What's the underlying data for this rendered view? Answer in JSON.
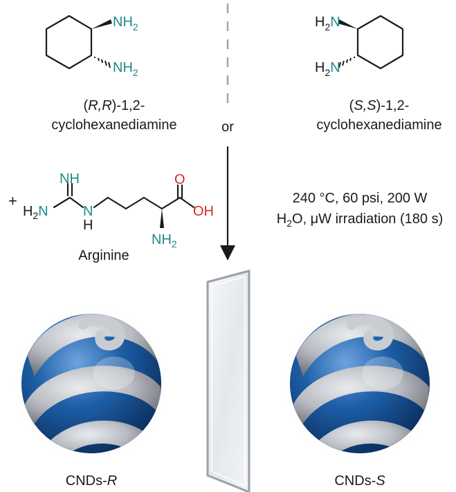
{
  "rr": {
    "atoms": {
      "nh2_top": "NH",
      "nh2_bot": "NH",
      "sub": "2"
    },
    "label_prefix": "(",
    "label_config": "R,R",
    "label_suffix": ")-1,2-",
    "label_line2": "cyclohexanediamine"
  },
  "ss": {
    "atoms": {
      "h2n_top_h": "H",
      "h2n_top_n": "N",
      "h2n_bot_h": "H",
      "h2n_bot_n": "N",
      "sub": "2"
    },
    "label_prefix": "(",
    "label_config": "S,S",
    "label_suffix": ")-1,2-",
    "label_line2": "cyclohexanediamine"
  },
  "or_label": "or",
  "plus": "+",
  "arginine": {
    "name": "Arginine",
    "nh_top": "NH",
    "h2n_h": "H",
    "h2n_n": "N",
    "nh_n": "N",
    "nh_h": "H",
    "o_top": "O",
    "oh": "OH",
    "nh2": "NH",
    "sub": "2"
  },
  "conditions": {
    "line1": "240 °C, 60 psi, 200 W",
    "line2_h": "H",
    "line2_sub": "2",
    "line2_rest": "O, μW irradiation (180 s)"
  },
  "products": {
    "left": {
      "prefix": "CNDs-",
      "config": "R"
    },
    "right": {
      "prefix": "CNDs-",
      "config": "S"
    }
  },
  "colors": {
    "nitrogen": "#1f8a8a",
    "oxygen": "#d8262b",
    "sphere_blue": "#1d5fa8",
    "sphere_gray": "#b8bcc2"
  }
}
